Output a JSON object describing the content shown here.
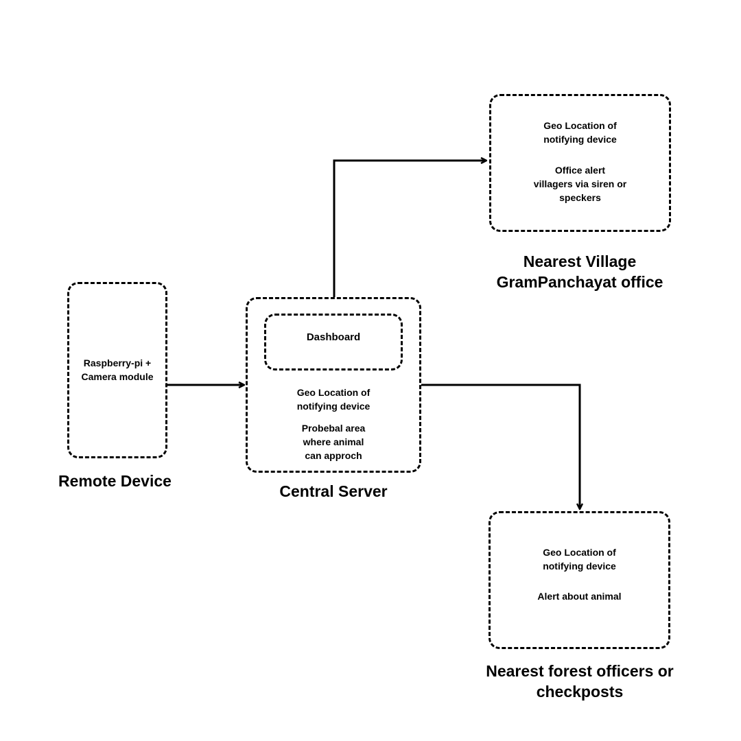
{
  "remote": {
    "box_text": "Raspberry-pi +\nCamera module",
    "caption": "Remote Device"
  },
  "central": {
    "dashboard": "Dashboard",
    "geo": "Geo Location of\nnotifying device",
    "area": "Probebal area\nwhere animal\ncan approch",
    "caption": "Central Server"
  },
  "village": {
    "geo": "Geo Location of\nnotifying device",
    "alert": "Office alert\nvillagers via siren or\nspeckers",
    "caption": "Nearest Village\nGramPanchayat office"
  },
  "forest": {
    "geo": "Geo Location of\nnotifying device",
    "alert": "Alert about animal",
    "caption": "Nearest forest officers or\ncheckposts"
  }
}
